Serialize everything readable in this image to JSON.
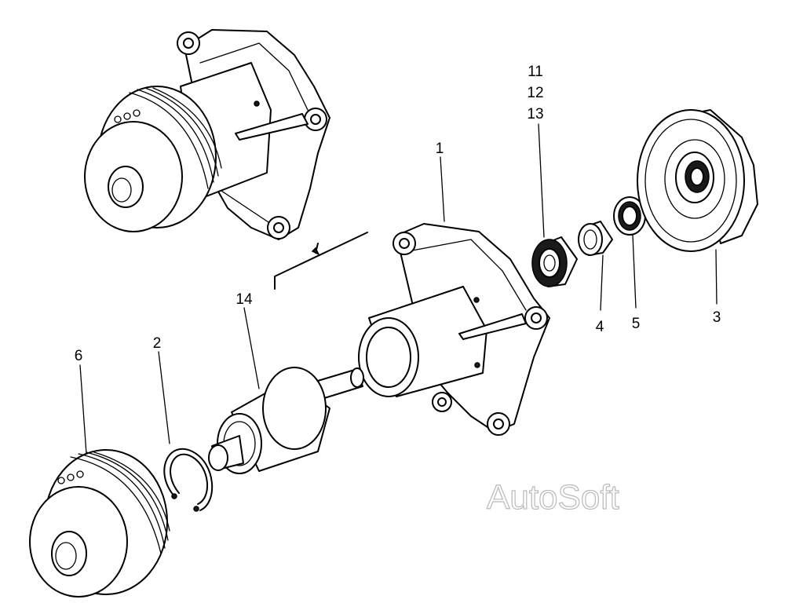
{
  "callouts": {
    "part_1": "1",
    "part_2": "2",
    "part_3": "3",
    "part_4": "4",
    "part_5": "5",
    "part_6": "6",
    "part_11": "11",
    "part_12": "12",
    "part_13": "13",
    "part_14": "14"
  },
  "watermark": "AutoSoft"
}
